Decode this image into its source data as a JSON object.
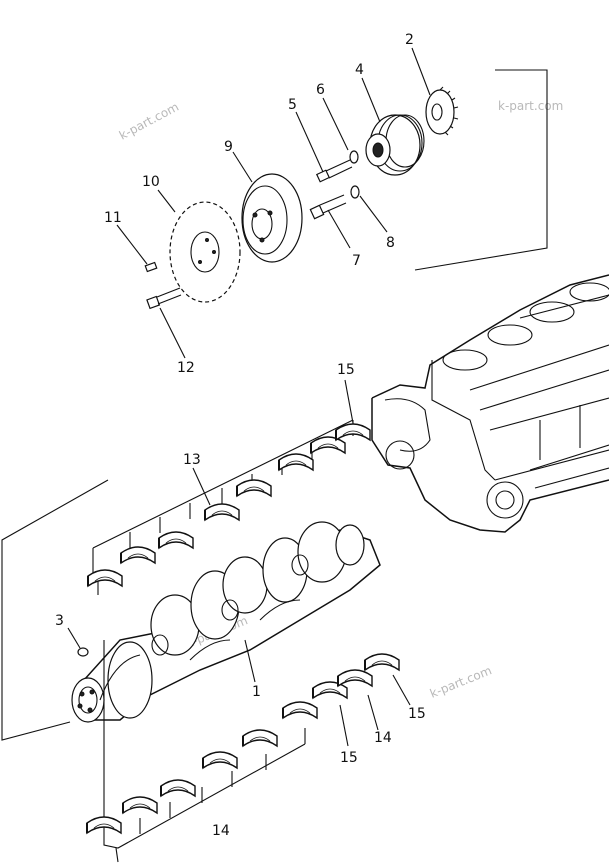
{
  "watermark": "k-part.com",
  "callouts": {
    "c1": "1",
    "c2": "2",
    "c3": "3",
    "c4": "4",
    "c5": "5",
    "c6": "6",
    "c7": "7",
    "c8": "8",
    "c9": "9",
    "c10": "10",
    "c11": "11",
    "c12": "12",
    "c13": "13",
    "c14a": "14",
    "c14b": "14",
    "c15a": "15",
    "c15b": "15",
    "c15c": "15"
  }
}
